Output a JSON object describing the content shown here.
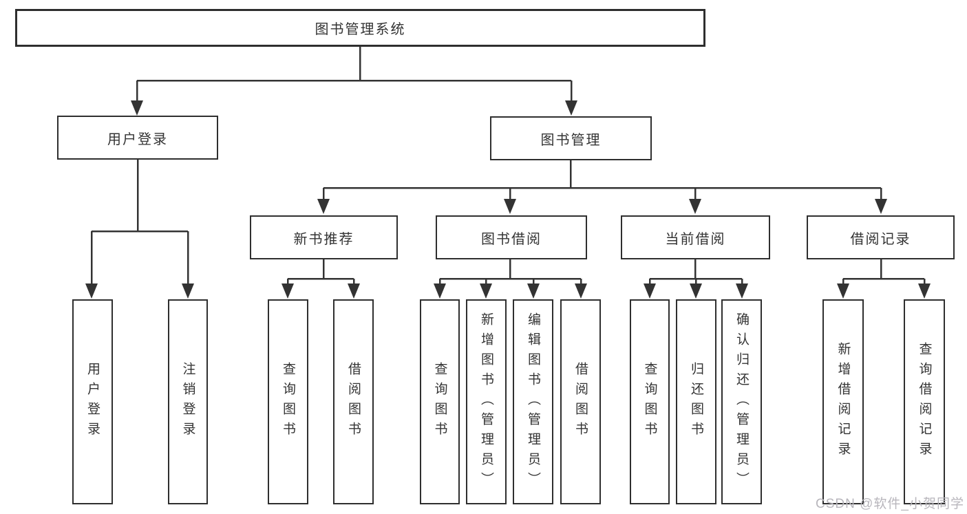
{
  "diagram": {
    "root": {
      "label": "图书管理系统"
    },
    "level2": [
      {
        "label": "用户登录"
      },
      {
        "label": "图书管理"
      }
    ],
    "level3": [
      {
        "label": "新书推荐",
        "parent": "图书管理"
      },
      {
        "label": "图书借阅",
        "parent": "图书管理"
      },
      {
        "label": "当前借阅",
        "parent": "图书管理"
      },
      {
        "label": "借阅记录",
        "parent": "图书管理"
      }
    ],
    "leaves": [
      {
        "label": "用户登录",
        "parent": "用户登录"
      },
      {
        "label": "注销登录",
        "parent": "用户登录"
      },
      {
        "label": "查询图书",
        "parent": "新书推荐"
      },
      {
        "label": "借阅图书",
        "parent": "新书推荐"
      },
      {
        "label": "查询图书",
        "parent": "图书借阅"
      },
      {
        "label": "新增图书（管理员）",
        "parent": "图书借阅"
      },
      {
        "label": "编辑图书（管理员）",
        "parent": "图书借阅"
      },
      {
        "label": "借阅图书",
        "parent": "图书借阅"
      },
      {
        "label": "查询图书",
        "parent": "当前借阅"
      },
      {
        "label": "归还图书",
        "parent": "当前借阅"
      },
      {
        "label": "确认归还（管理员）",
        "parent": "当前借阅"
      },
      {
        "label": "新增借阅记录",
        "parent": "借阅记录"
      },
      {
        "label": "查询借阅记录",
        "parent": "借阅记录"
      }
    ],
    "colors": {
      "line": "#333333",
      "box_border": "#2e2e2e",
      "text": "#333333",
      "background": "#ffffff",
      "watermark": "#b8b6bc"
    }
  },
  "watermark": {
    "text": "CSDN @软件_小贺同学"
  }
}
